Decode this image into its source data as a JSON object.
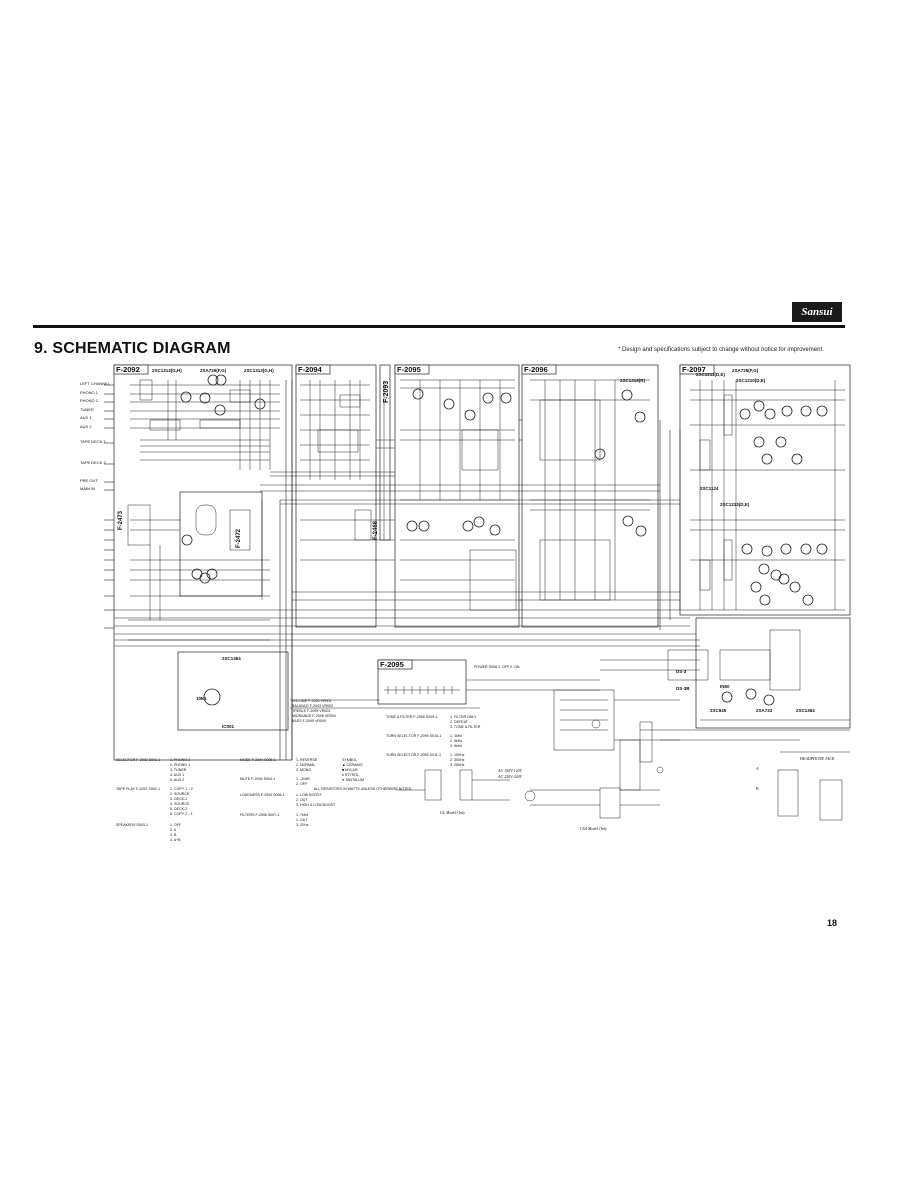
{
  "brand": "Sansui",
  "section_title": "9. SCHEMATIC DIAGRAM",
  "note": "* Design and specifications subject to change without notice for improvement.",
  "page_number": "18",
  "boards": {
    "b1": "F-2092",
    "b2": "F-2094",
    "b3": "F-2093",
    "b4": "F-2095",
    "b5": "F-2096",
    "b6": "F-2097",
    "b7": "F-2095",
    "b8": "F-2473",
    "b9": "F-2472",
    "b10": "F-2468"
  },
  "input_labels": [
    "LEFT CHANNEL",
    "PHONO 1",
    "PHONO 2",
    "TUNER",
    "AUX 1",
    "AUX 2",
    "TAPE DECK 1",
    "TAPE DECK 2",
    "PRE OUT",
    "MAIN IN"
  ],
  "transistor_labels": {
    "t1": "2SC1313(G,H)",
    "t2": "2SA726(F,G)",
    "t3": "2SC1313(G,H)",
    "t4": "2SC1318(R)",
    "t5": "2SC1211(D,E)",
    "t6": "2SA725(F,G)",
    "t7": "2SC1210(D,E)",
    "t8": "2SC945",
    "t9": "2SA733",
    "t10": "2SC1364",
    "t11": "2SC1213(D,E)",
    "t12": "2SC1364",
    "t13": "2SC1124"
  },
  "legend_left": {
    "selector": "SELECTOR F-2092  S001-1",
    "selector_items": [
      "1. PHONO 2",
      "2. PHONO 1",
      "3. TUNER",
      "4. AUX 1",
      "5. AUX 2"
    ],
    "tape_play": "TAPE PLAY F-2092  S002-1",
    "tape_items": [
      "1. COPY 1→2",
      "2. SOURCE",
      "3. DECK-1",
      "4. SOURCE",
      "5. DECK-2",
      "6. COPY 2→1"
    ],
    "speakers": "SPEAKERS  S003-1",
    "speaker_items": [
      "1. OFF",
      "2. A",
      "3. B",
      "4. A+B"
    ]
  },
  "legend_mid": {
    "mute": "MUTE F-2094  S004-1",
    "mute_items": [
      "1. -20dB",
      "2. OFF"
    ],
    "mode": "MODE F-2094  S005-1",
    "mode_items": [
      "1. REVERSE",
      "2. NORMAL",
      "3. MONO"
    ],
    "loudness": "LOUDNESS F-2094  S006-1",
    "loudness_items": [
      "1. LOW BOOST",
      "2. OUT",
      "3. HIGH & LOW BOOST"
    ],
    "filters": "FILTERS F-2096  S007-1",
    "filter_items": [
      "1. 7kHz",
      "2. OUT",
      "3. 20Hz"
    ]
  },
  "legend_symbols": {
    "heading": "SYMBOL",
    "items": [
      "▲ CERAMIC",
      "■ MYLAR",
      "♦ STYROL",
      "● TANTALUM"
    ],
    "note": "ALL RESISTORS IN WATTS UNLESS OTHERWISE NOTED."
  },
  "vol_table": [
    "VOLUME  F-2093  VR001",
    "BALANCE  F-2093  VR002",
    "TREBLE  F-2095  VR003",
    "MIDRANGE  F-2095  VR004",
    "BASS  F-2095  VR005"
  ],
  "power_block": {
    "power": "POWER  S008  1. OFF  2. ON",
    "tone": "TONE & FILTER  F-2095  S009-1",
    "tone_items": [
      "1. FILTER ONLY",
      "2. DEFEAT",
      "3. TONE & FILTER"
    ],
    "treble": "TURN SELECTOR F-2095  S010-1",
    "treble_items": [
      "1. 3kHz",
      "2. 6kHz",
      "3. 9kHz"
    ],
    "bass": "TURN SELECTOR F-2095  S011-1",
    "bass_items": [
      "1. 150Hz",
      "2. 300Hz",
      "3. 250Hz"
    ]
  },
  "model_notes": [
    "UL Model Only",
    "CSA Model Only"
  ],
  "power_labels": [
    "AC 100V-120V",
    "AC 220V-240V"
  ],
  "phones": "HEADPHONE JACK",
  "speaker_terms": [
    "A",
    "B"
  ],
  "ic_label": "IC001",
  "diode_labels": [
    "DS-3",
    "DS-3B",
    "IN60",
    "10E1"
  ]
}
